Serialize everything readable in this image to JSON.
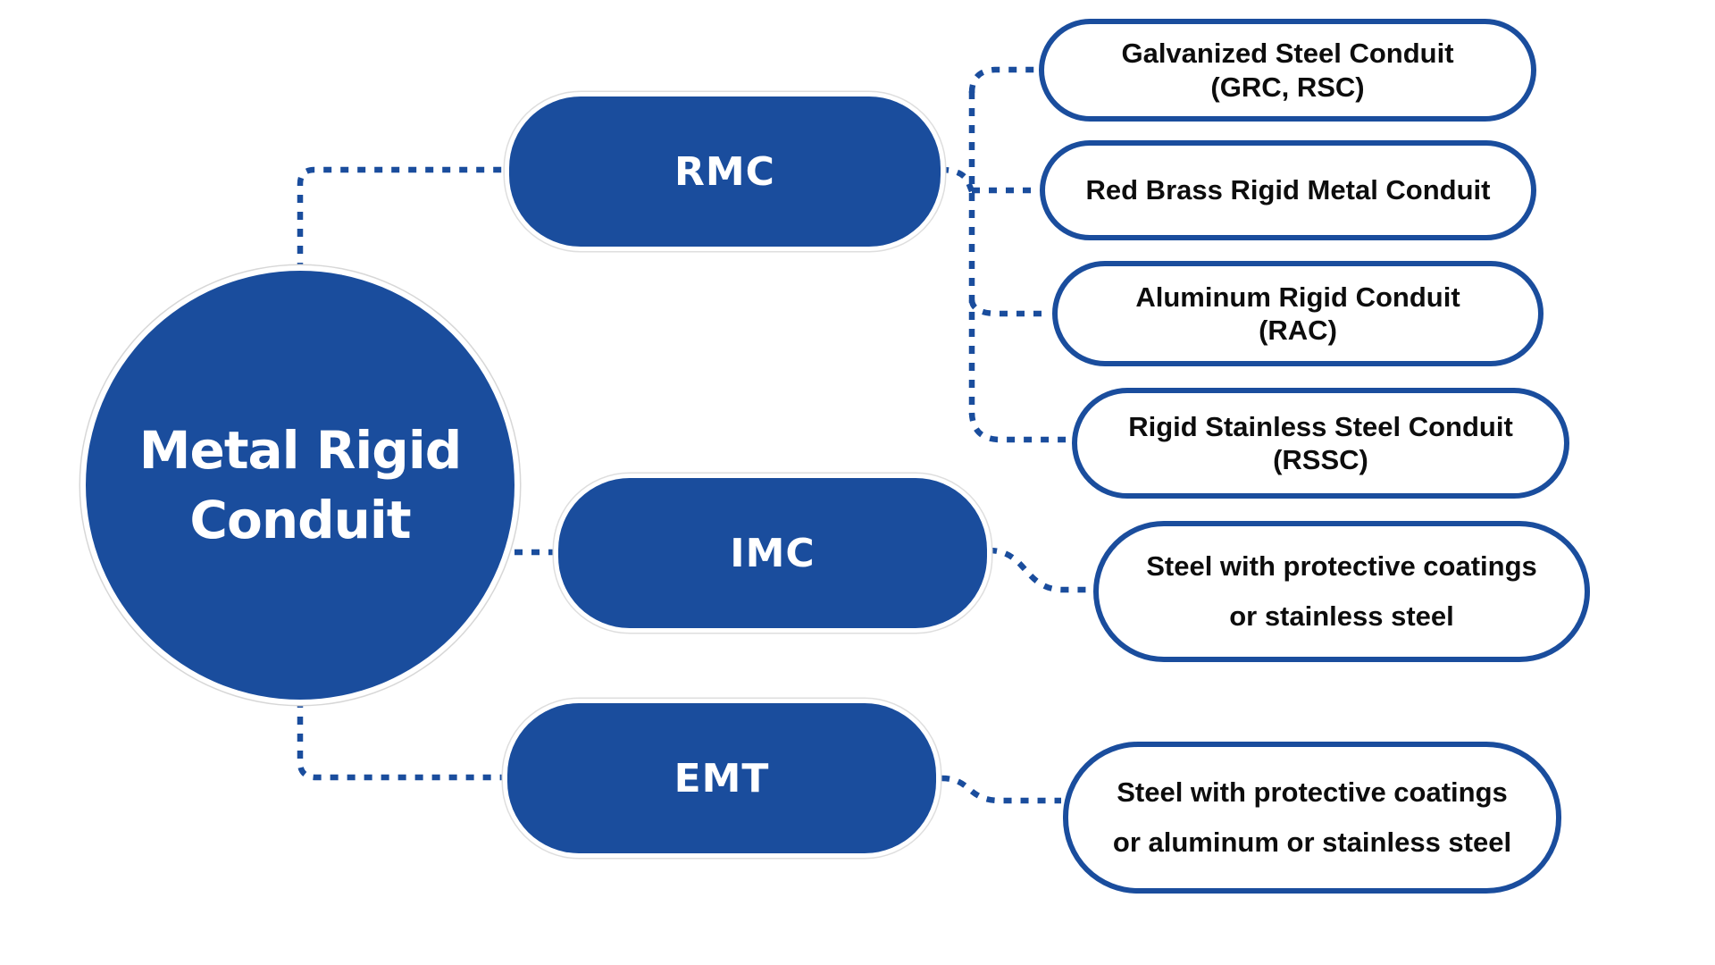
{
  "diagram_title": "Metal Rigid Conduit",
  "colors": {
    "primary_blue": "#1a4d9d",
    "leaf_border_blue": "#1a4d9d",
    "leaf_text": "#0d0d0d",
    "node_text": "#ffffff",
    "background": "#ffffff"
  },
  "root": {
    "label": "Metal Rigid\nConduit"
  },
  "branches": [
    {
      "label": "RMC",
      "children": [
        {
          "label": "Galvanized Steel Conduit\n(GRC, RSC)"
        },
        {
          "label": "Red Brass Rigid Metal Conduit"
        },
        {
          "label": "Aluminum Rigid Conduit\n(RAC)"
        },
        {
          "label": "Rigid Stainless Steel Conduit\n(RSSC)"
        }
      ]
    },
    {
      "label": "IMC",
      "children": [
        {
          "label": "Steel with protective coatings\nor stainless steel"
        }
      ]
    },
    {
      "label": "EMT",
      "children": [
        {
          "label": "Steel with protective coatings\nor aluminum or stainless steel"
        }
      ]
    }
  ]
}
